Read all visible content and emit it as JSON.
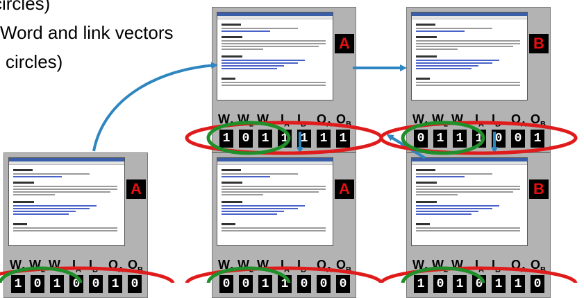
{
  "captions": {
    "line1": "circles)",
    "line2": "Word and link vectors",
    "line3": "circles)"
  },
  "vector_labels": {
    "w1": "W",
    "w1_sub": "1",
    "w2": "W",
    "w2_sub": "2",
    "w3": "W",
    "w3_sub": "3",
    "ia": "I",
    "ia_sub": "A",
    "ib": "I",
    "ib_sub": "B",
    "oa": "O",
    "oa_sub": "A",
    "ob": "O",
    "ob_sub": "B"
  },
  "panels": [
    {
      "id": "top-middle",
      "page": "A",
      "bits": [
        "1",
        "0",
        "1",
        "1",
        "1",
        "1",
        "1"
      ]
    },
    {
      "id": "top-right",
      "page": "B",
      "bits": [
        "0",
        "1",
        "1",
        "1",
        "0",
        "0",
        "1"
      ]
    },
    {
      "id": "bottom-left",
      "page": "A",
      "bits": [
        "1",
        "0",
        "1",
        "0",
        "0",
        "1",
        "0"
      ]
    },
    {
      "id": "bottom-middle",
      "page": "A",
      "bits": [
        "0",
        "0",
        "1",
        "1",
        "0",
        "0",
        "0"
      ]
    },
    {
      "id": "bottom-right",
      "page": "B",
      "bits": [
        "1",
        "0",
        "1",
        "0",
        "1",
        "1",
        "0"
      ]
    }
  ],
  "colors": {
    "arrow": "#2e86c1",
    "word_circle": "#1f8f2a",
    "vector_circle": "#e01b1b",
    "letter": "#e61010"
  }
}
